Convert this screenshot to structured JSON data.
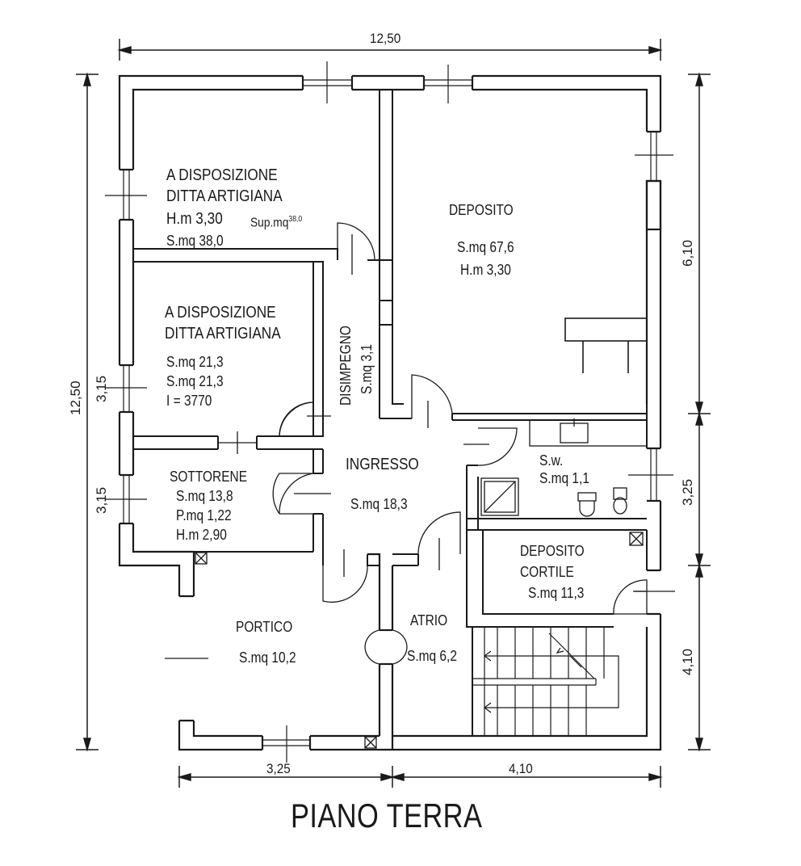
{
  "title": "PIANO TERRA",
  "dimensions": {
    "top": "12,50",
    "left_total": "12,50",
    "left_upper": "3,15",
    "left_lower": "3,15",
    "right_top": "6,10",
    "right_mid": "3,25",
    "right_bottom": "4,10",
    "bottom_left": "3,25",
    "bottom_right": "4,10"
  },
  "rooms": {
    "artigiana_1": {
      "line1": "A DISPOSIZIONE",
      "line2": "DITTA   ARTIGIANA",
      "height": "H.m 3,30",
      "sup": "Sup.mq",
      "sup_value": "38,0",
      "area": "S.mq 38,0"
    },
    "artigiana_2": {
      "line1": "A DISPOSIZIONE",
      "line2": "DITTA   ARTIGIANA",
      "area1": "S.mq 21,3",
      "area2": "S.mq 21,3",
      "volume": "I = 3770"
    },
    "deposito": {
      "name": "DEPOSITO",
      "area": "S.mq 67,6",
      "height": "H.m 3,30"
    },
    "disimpegno": {
      "name": "DISIMPEGNO",
      "area": "S.mq 3,1"
    },
    "ingresso": {
      "name": "INGRESSO",
      "area": "S.mq 18,3"
    },
    "sottorene": {
      "name": "SOTTORENE",
      "area": "S.mq 13,8",
      "pmq": "P.mq 1,22",
      "height": "H.m 2,90"
    },
    "sw": {
      "name": "S.w.",
      "area": "S.mq 1,1"
    },
    "deposito_cortile": {
      "line1": "DEPOSITO",
      "line2": "CORTILE",
      "area": "S.mq 11,3"
    },
    "portico": {
      "name": "PORTICO",
      "area": "S.mq 10,2"
    },
    "atrio": {
      "name": "ATRIO",
      "area": "S.mq 6,2"
    }
  }
}
